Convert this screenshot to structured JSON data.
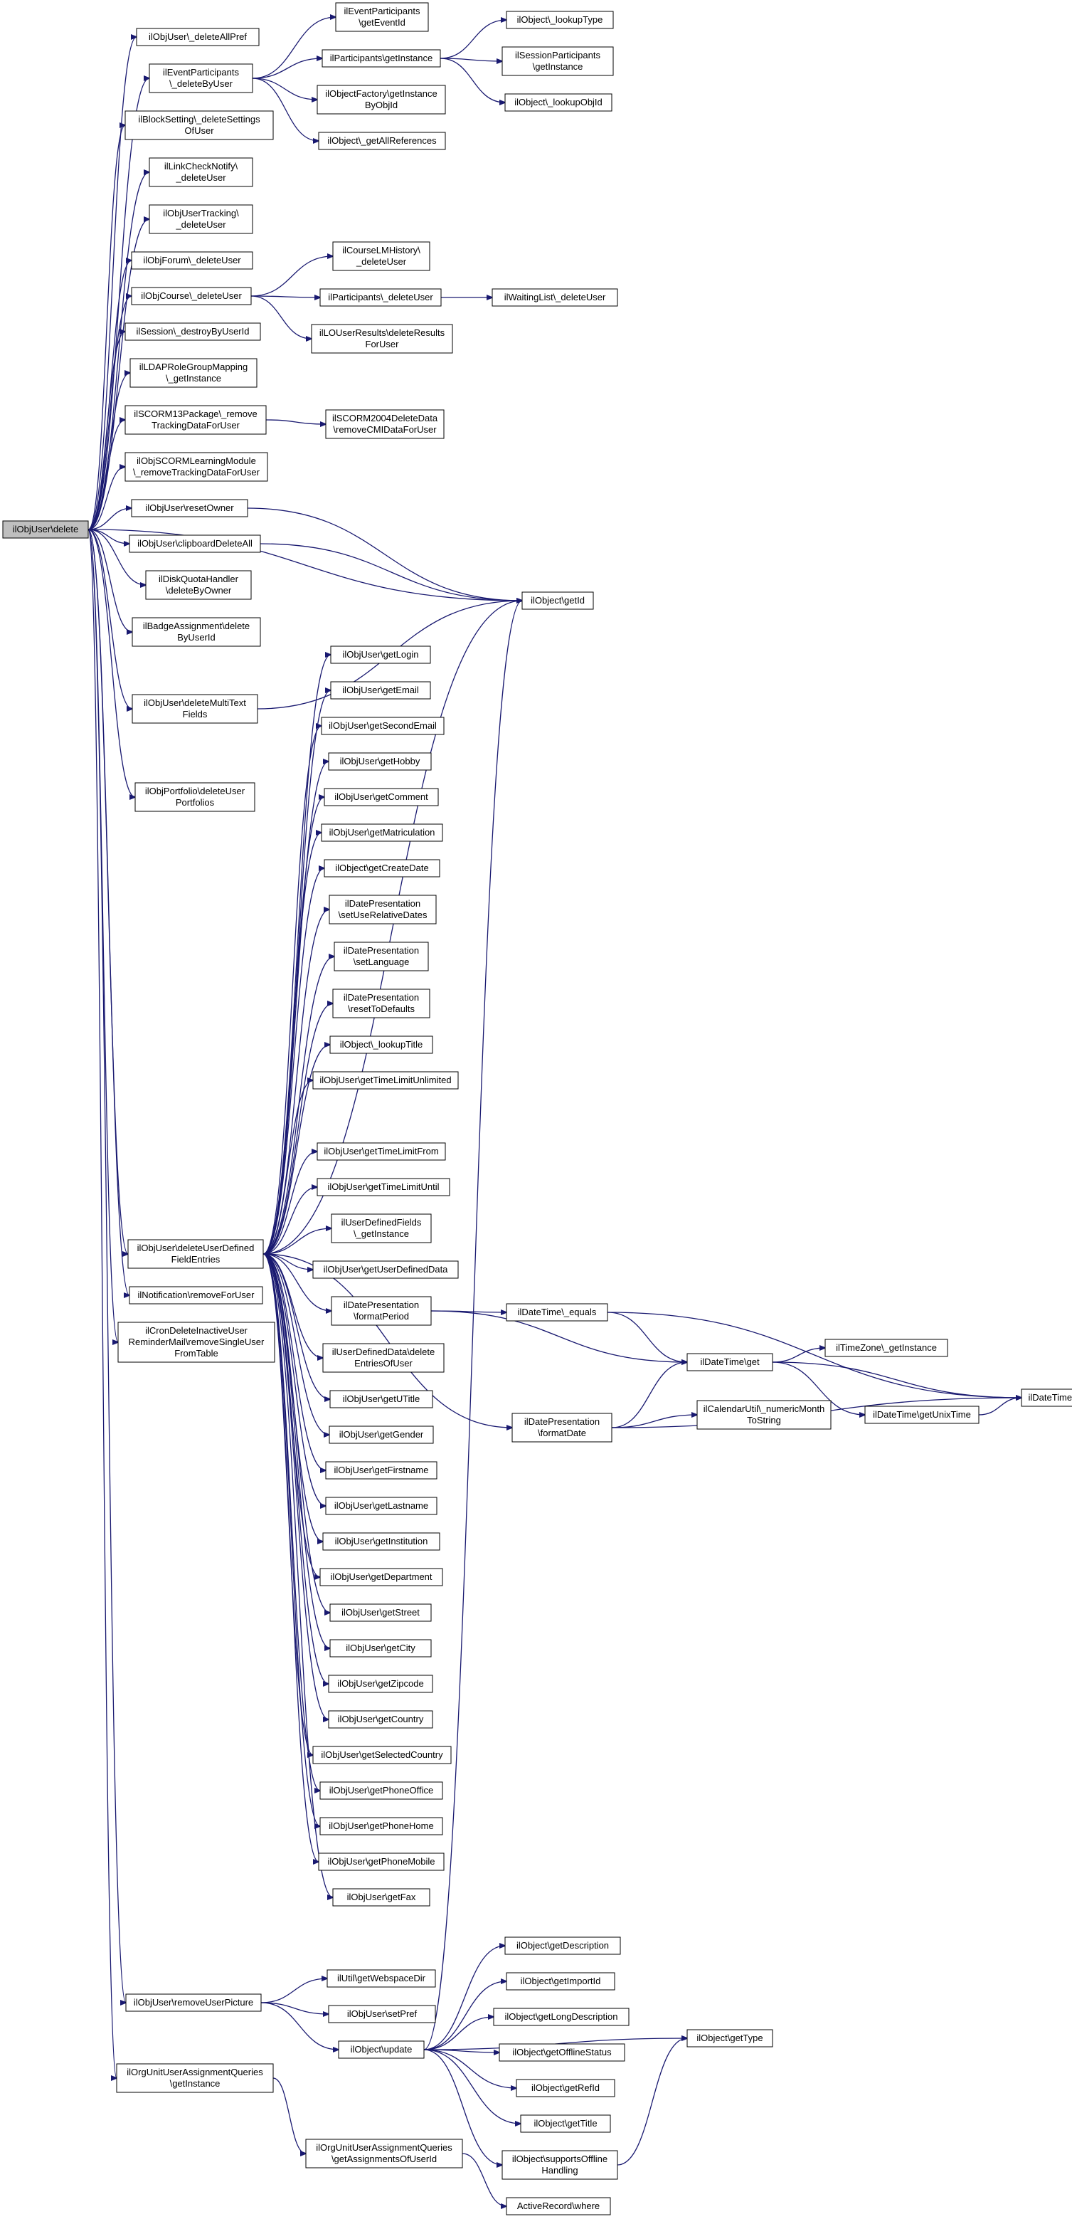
{
  "root": "ilObjUser::delete",
  "nodes": [
    {
      "id": "root",
      "lines": [
        "ilObjUser\\delete"
      ]
    },
    {
      "id": "n1",
      "lines": [
        "ilObjUser\\_deleteAllPref"
      ]
    },
    {
      "id": "n2",
      "lines": [
        "ilEventParticipants",
        "\\_deleteByUser"
      ]
    },
    {
      "id": "n3",
      "lines": [
        "ilBlockSetting\\_deleteSettings",
        "OfUser"
      ]
    },
    {
      "id": "n4",
      "lines": [
        "ilLinkCheckNotify\\",
        "_deleteUser"
      ]
    },
    {
      "id": "n5",
      "lines": [
        "ilObjUserTracking\\",
        "_deleteUser"
      ]
    },
    {
      "id": "n6",
      "lines": [
        "ilObjForum\\_deleteUser"
      ]
    },
    {
      "id": "n7",
      "lines": [
        "ilObjCourse\\_deleteUser"
      ]
    },
    {
      "id": "n8",
      "lines": [
        "ilSession\\_destroyByUserId"
      ]
    },
    {
      "id": "n9",
      "lines": [
        "ilLDAPRoleGroupMapping",
        "\\_getInstance"
      ]
    },
    {
      "id": "n10",
      "lines": [
        "ilSCORM13Package\\_remove",
        "TrackingDataForUser"
      ]
    },
    {
      "id": "n11",
      "lines": [
        "ilObjSCORMLearningModule",
        "\\_removeTrackingDataForUser"
      ]
    },
    {
      "id": "n12",
      "lines": [
        "ilObjUser\\resetOwner"
      ]
    },
    {
      "id": "n13",
      "lines": [
        "ilObjUser\\clipboardDeleteAll"
      ]
    },
    {
      "id": "n14",
      "lines": [
        "ilDiskQuotaHandler",
        "\\deleteByOwner"
      ]
    },
    {
      "id": "n15",
      "lines": [
        "ilBadgeAssignment\\delete",
        "ByUserId"
      ]
    },
    {
      "id": "n16",
      "lines": [
        "ilObjUser\\deleteMultiText",
        "Fields"
      ]
    },
    {
      "id": "n17",
      "lines": [
        "ilObjPortfolio\\deleteUser",
        "Portfolios"
      ]
    },
    {
      "id": "n18",
      "lines": [
        "ilObjUser\\deleteUserDefined",
        "FieldEntries"
      ]
    },
    {
      "id": "n19",
      "lines": [
        "ilNotification\\removeForUser"
      ]
    },
    {
      "id": "n20",
      "lines": [
        "ilCronDeleteInactiveUser",
        "ReminderMail\\removeSingleUser",
        "FromTable"
      ]
    },
    {
      "id": "n21",
      "lines": [
        "ilObjUser\\removeUserPicture"
      ]
    },
    {
      "id": "n22",
      "lines": [
        "ilOrgUnitUserAssignmentQueries",
        "\\getInstance"
      ]
    },
    {
      "id": "ep_getEventId",
      "lines": [
        "ilEventParticipants",
        "\\getEventId"
      ]
    },
    {
      "id": "part_getInstance",
      "lines": [
        "ilParticipants\\getInstance"
      ]
    },
    {
      "id": "objfac_getInstance",
      "lines": [
        "ilObjectFactory\\getInstance",
        "ByObjId"
      ]
    },
    {
      "id": "obj_getAllReferences",
      "lines": [
        "ilObject\\_getAllReferences"
      ]
    },
    {
      "id": "obj_lookupType",
      "lines": [
        "ilObject\\_lookupType"
      ]
    },
    {
      "id": "sp_getInstance",
      "lines": [
        "ilSessionParticipants",
        "\\getInstance"
      ]
    },
    {
      "id": "obj_lookupObjId",
      "lines": [
        "ilObject\\_lookupObjId"
      ]
    },
    {
      "id": "clm_deleteUser",
      "lines": [
        "ilCourseLMHistory\\",
        "_deleteUser"
      ]
    },
    {
      "id": "part_deleteUser",
      "lines": [
        "ilParticipants\\_deleteUser"
      ]
    },
    {
      "id": "wl_deleteUser",
      "lines": [
        "ilWaitingList\\_deleteUser"
      ]
    },
    {
      "id": "lou_delete",
      "lines": [
        "ilLOUserResults\\deleteResults",
        "ForUser"
      ]
    },
    {
      "id": "scorm2004",
      "lines": [
        "ilSCORM2004DeleteData",
        "\\removeCMIDataForUser"
      ]
    },
    {
      "id": "obj_getId",
      "lines": [
        "ilObject\\getId"
      ]
    },
    {
      "id": "u_getLogin",
      "lines": [
        "ilObjUser\\getLogin"
      ]
    },
    {
      "id": "u_getEmail",
      "lines": [
        "ilObjUser\\getEmail"
      ]
    },
    {
      "id": "u_getSecondEmail",
      "lines": [
        "ilObjUser\\getSecondEmail"
      ]
    },
    {
      "id": "u_getHobby",
      "lines": [
        "ilObjUser\\getHobby"
      ]
    },
    {
      "id": "u_getComment",
      "lines": [
        "ilObjUser\\getComment"
      ]
    },
    {
      "id": "u_getMatriculation",
      "lines": [
        "ilObjUser\\getMatriculation"
      ]
    },
    {
      "id": "obj_getCreateDate",
      "lines": [
        "ilObject\\getCreateDate"
      ]
    },
    {
      "id": "dp_setUseRel",
      "lines": [
        "ilDatePresentation",
        "\\setUseRelativeDates"
      ]
    },
    {
      "id": "dp_setLanguage",
      "lines": [
        "ilDatePresentation",
        "\\setLanguage"
      ]
    },
    {
      "id": "dp_reset",
      "lines": [
        "ilDatePresentation",
        "\\resetToDefaults"
      ]
    },
    {
      "id": "obj_lookupTitle",
      "lines": [
        "ilObject\\_lookupTitle"
      ]
    },
    {
      "id": "u_getTLU",
      "lines": [
        "ilObjUser\\getTimeLimitUnlimited"
      ]
    },
    {
      "id": "u_getTLF",
      "lines": [
        "ilObjUser\\getTimeLimitFrom"
      ]
    },
    {
      "id": "u_getTLUntil",
      "lines": [
        "ilObjUser\\getTimeLimitUntil"
      ]
    },
    {
      "id": "udf_getInstance",
      "lines": [
        "ilUserDefinedFields",
        "\\_getInstance"
      ]
    },
    {
      "id": "u_getUDD",
      "lines": [
        "ilObjUser\\getUserDefinedData"
      ]
    },
    {
      "id": "dp_formatPeriod",
      "lines": [
        "ilDatePresentation",
        "\\formatPeriod"
      ]
    },
    {
      "id": "udd_delete",
      "lines": [
        "ilUserDefinedData\\delete",
        "EntriesOfUser"
      ]
    },
    {
      "id": "u_getUTitle",
      "lines": [
        "ilObjUser\\getUTitle"
      ]
    },
    {
      "id": "u_getGender",
      "lines": [
        "ilObjUser\\getGender"
      ]
    },
    {
      "id": "u_getFirstname",
      "lines": [
        "ilObjUser\\getFirstname"
      ]
    },
    {
      "id": "u_getLastname",
      "lines": [
        "ilObjUser\\getLastname"
      ]
    },
    {
      "id": "u_getInstitution",
      "lines": [
        "ilObjUser\\getInstitution"
      ]
    },
    {
      "id": "u_getDepartment",
      "lines": [
        "ilObjUser\\getDepartment"
      ]
    },
    {
      "id": "u_getStreet",
      "lines": [
        "ilObjUser\\getStreet"
      ]
    },
    {
      "id": "u_getCity",
      "lines": [
        "ilObjUser\\getCity"
      ]
    },
    {
      "id": "u_getZipcode",
      "lines": [
        "ilObjUser\\getZipcode"
      ]
    },
    {
      "id": "u_getCountry",
      "lines": [
        "ilObjUser\\getCountry"
      ]
    },
    {
      "id": "u_getSelCountry",
      "lines": [
        "ilObjUser\\getSelectedCountry"
      ]
    },
    {
      "id": "u_getPhoneOffice",
      "lines": [
        "ilObjUser\\getPhoneOffice"
      ]
    },
    {
      "id": "u_getPhoneHome",
      "lines": [
        "ilObjUser\\getPhoneHome"
      ]
    },
    {
      "id": "u_getPhoneMobile",
      "lines": [
        "ilObjUser\\getPhoneMobile"
      ]
    },
    {
      "id": "u_getFax",
      "lines": [
        "ilObjUser\\getFax"
      ]
    },
    {
      "id": "dt_equals",
      "lines": [
        "ilDateTime\\_equals"
      ]
    },
    {
      "id": "dt_get",
      "lines": [
        "ilDateTime\\get"
      ]
    },
    {
      "id": "tz_getInstance",
      "lines": [
        "ilTimeZone\\_getInstance"
      ]
    },
    {
      "id": "dt_isNull",
      "lines": [
        "ilDateTime\\isNull"
      ]
    },
    {
      "id": "cal_numMonth",
      "lines": [
        "ilCalendarUtil\\_numericMonth",
        "ToString"
      ]
    },
    {
      "id": "dt_getUnix",
      "lines": [
        "ilDateTime\\getUnixTime"
      ]
    },
    {
      "id": "dp_formatDate",
      "lines": [
        "ilDatePresentation",
        "\\formatDate"
      ]
    },
    {
      "id": "util_getWSDir",
      "lines": [
        "ilUtil\\getWebspaceDir"
      ]
    },
    {
      "id": "u_setPref",
      "lines": [
        "ilObjUser\\setPref"
      ]
    },
    {
      "id": "obj_update",
      "lines": [
        "ilObject\\update"
      ]
    },
    {
      "id": "obj_getDescription",
      "lines": [
        "ilObject\\getDescription"
      ]
    },
    {
      "id": "obj_getImportId",
      "lines": [
        "ilObject\\getImportId"
      ]
    },
    {
      "id": "obj_getLongDesc",
      "lines": [
        "ilObject\\getLongDescription"
      ]
    },
    {
      "id": "obj_getOffline",
      "lines": [
        "ilObject\\getOfflineStatus"
      ]
    },
    {
      "id": "obj_getRefId",
      "lines": [
        "ilObject\\getRefId"
      ]
    },
    {
      "id": "obj_getTitle",
      "lines": [
        "ilObject\\getTitle"
      ]
    },
    {
      "id": "obj_supportsOffline",
      "lines": [
        "ilObject\\supportsOffline",
        "Handling"
      ]
    },
    {
      "id": "obj_getType",
      "lines": [
        "ilObject\\getType"
      ]
    },
    {
      "id": "ouq_getAssign",
      "lines": [
        "ilOrgUnitUserAssignmentQueries",
        "\\getAssignmentsOfUserId"
      ]
    },
    {
      "id": "ar_where",
      "lines": [
        "ActiveRecord\\where"
      ]
    }
  ],
  "edges": [
    [
      "root",
      "n1"
    ],
    [
      "root",
      "n2"
    ],
    [
      "root",
      "n3"
    ],
    [
      "root",
      "n4"
    ],
    [
      "root",
      "n5"
    ],
    [
      "root",
      "n6"
    ],
    [
      "root",
      "n7"
    ],
    [
      "root",
      "n8"
    ],
    [
      "root",
      "n9"
    ],
    [
      "root",
      "n10"
    ],
    [
      "root",
      "n11"
    ],
    [
      "root",
      "n12"
    ],
    [
      "root",
      "n13"
    ],
    [
      "root",
      "n14"
    ],
    [
      "root",
      "n15"
    ],
    [
      "root",
      "n16"
    ],
    [
      "root",
      "n17"
    ],
    [
      "root",
      "n18"
    ],
    [
      "root",
      "n19"
    ],
    [
      "root",
      "n20"
    ],
    [
      "root",
      "n21"
    ],
    [
      "root",
      "n22"
    ],
    [
      "root",
      "obj_getId"
    ],
    [
      "n2",
      "ep_getEventId"
    ],
    [
      "n2",
      "part_getInstance"
    ],
    [
      "n2",
      "objfac_getInstance"
    ],
    [
      "n2",
      "obj_getAllReferences"
    ],
    [
      "part_getInstance",
      "obj_lookupType"
    ],
    [
      "part_getInstance",
      "sp_getInstance"
    ],
    [
      "part_getInstance",
      "obj_lookupObjId"
    ],
    [
      "n7",
      "clm_deleteUser"
    ],
    [
      "n7",
      "part_deleteUser"
    ],
    [
      "n7",
      "lou_delete"
    ],
    [
      "part_deleteUser",
      "wl_deleteUser"
    ],
    [
      "n10",
      "scorm2004"
    ],
    [
      "n12",
      "obj_getId"
    ],
    [
      "n13",
      "obj_getId"
    ],
    [
      "n16",
      "obj_getId"
    ],
    [
      "n18",
      "u_getLogin"
    ],
    [
      "n18",
      "u_getEmail"
    ],
    [
      "n18",
      "u_getSecondEmail"
    ],
    [
      "n18",
      "u_getHobby"
    ],
    [
      "n18",
      "u_getComment"
    ],
    [
      "n18",
      "u_getMatriculation"
    ],
    [
      "n18",
      "obj_getCreateDate"
    ],
    [
      "n18",
      "dp_setUseRel"
    ],
    [
      "n18",
      "dp_setLanguage"
    ],
    [
      "n18",
      "dp_reset"
    ],
    [
      "n18",
      "obj_lookupTitle"
    ],
    [
      "n18",
      "u_getTLU"
    ],
    [
      "n18",
      "obj_getId"
    ],
    [
      "n18",
      "u_getTLF"
    ],
    [
      "n18",
      "u_getTLUntil"
    ],
    [
      "n18",
      "udf_getInstance"
    ],
    [
      "n18",
      "u_getUDD"
    ],
    [
      "n18",
      "dp_formatPeriod"
    ],
    [
      "n18",
      "udd_delete"
    ],
    [
      "n18",
      "u_getUTitle"
    ],
    [
      "n18",
      "u_getGender"
    ],
    [
      "n18",
      "u_getFirstname"
    ],
    [
      "n18",
      "u_getLastname"
    ],
    [
      "n18",
      "u_getInstitution"
    ],
    [
      "n18",
      "u_getDepartment"
    ],
    [
      "n18",
      "u_getStreet"
    ],
    [
      "n18",
      "u_getCity"
    ],
    [
      "n18",
      "u_getZipcode"
    ],
    [
      "n18",
      "u_getCountry"
    ],
    [
      "n18",
      "u_getSelCountry"
    ],
    [
      "n18",
      "u_getPhoneOffice"
    ],
    [
      "n18",
      "u_getPhoneHome"
    ],
    [
      "n18",
      "u_getPhoneMobile"
    ],
    [
      "n18",
      "u_getFax"
    ],
    [
      "n18",
      "dp_formatDate"
    ],
    [
      "dp_formatPeriod",
      "dt_equals"
    ],
    [
      "dp_formatPeriod",
      "dt_get"
    ],
    [
      "dt_equals",
      "dt_get"
    ],
    [
      "dt_equals",
      "dt_isNull"
    ],
    [
      "dt_get",
      "tz_getInstance"
    ],
    [
      "dt_get",
      "dt_isNull"
    ],
    [
      "dt_get",
      "dt_getUnix"
    ],
    [
      "dt_getUnix",
      "dt_isNull"
    ],
    [
      "dp_formatDate",
      "dt_get"
    ],
    [
      "dp_formatDate",
      "cal_numMonth"
    ],
    [
      "dp_formatDate",
      "dt_isNull"
    ],
    [
      "n21",
      "util_getWSDir"
    ],
    [
      "n21",
      "u_setPref"
    ],
    [
      "n21",
      "obj_update"
    ],
    [
      "obj_update",
      "obj_getId"
    ],
    [
      "obj_update",
      "obj_getDescription"
    ],
    [
      "obj_update",
      "obj_getImportId"
    ],
    [
      "obj_update",
      "obj_getLongDesc"
    ],
    [
      "obj_update",
      "obj_getOffline"
    ],
    [
      "obj_update",
      "obj_getRefId"
    ],
    [
      "obj_update",
      "obj_getTitle"
    ],
    [
      "obj_update",
      "obj_supportsOffline"
    ],
    [
      "obj_update",
      "obj_getType"
    ],
    [
      "obj_supportsOffline",
      "obj_getType"
    ],
    [
      "n22",
      "ouq_getAssign"
    ],
    [
      "ouq_getAssign",
      "ar_where"
    ]
  ]
}
